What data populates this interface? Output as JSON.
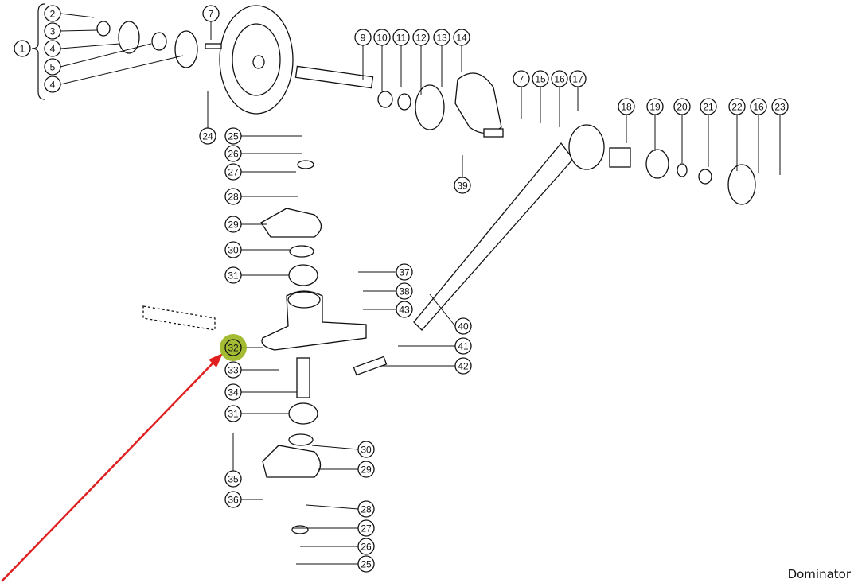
{
  "diagram": {
    "callouts": [
      "2",
      "3",
      "4",
      "5",
      "4",
      "1",
      "7",
      "24",
      "9",
      "10",
      "11",
      "12",
      "13",
      "14",
      "7",
      "15",
      "16",
      "17",
      "18",
      "19",
      "20",
      "21",
      "22",
      "16",
      "23",
      "39",
      "25",
      "26",
      "27",
      "28",
      "29",
      "30",
      "31",
      "37",
      "38",
      "43",
      "40",
      "41",
      "42",
      "32",
      "33",
      "34",
      "31",
      "30",
      "29",
      "35",
      "36",
      "28",
      "27",
      "26",
      "25"
    ],
    "highlighted_callout": "32",
    "highlight_color": "#9ab51e",
    "arrow_color": "#e02020",
    "brand": "Dominator"
  }
}
